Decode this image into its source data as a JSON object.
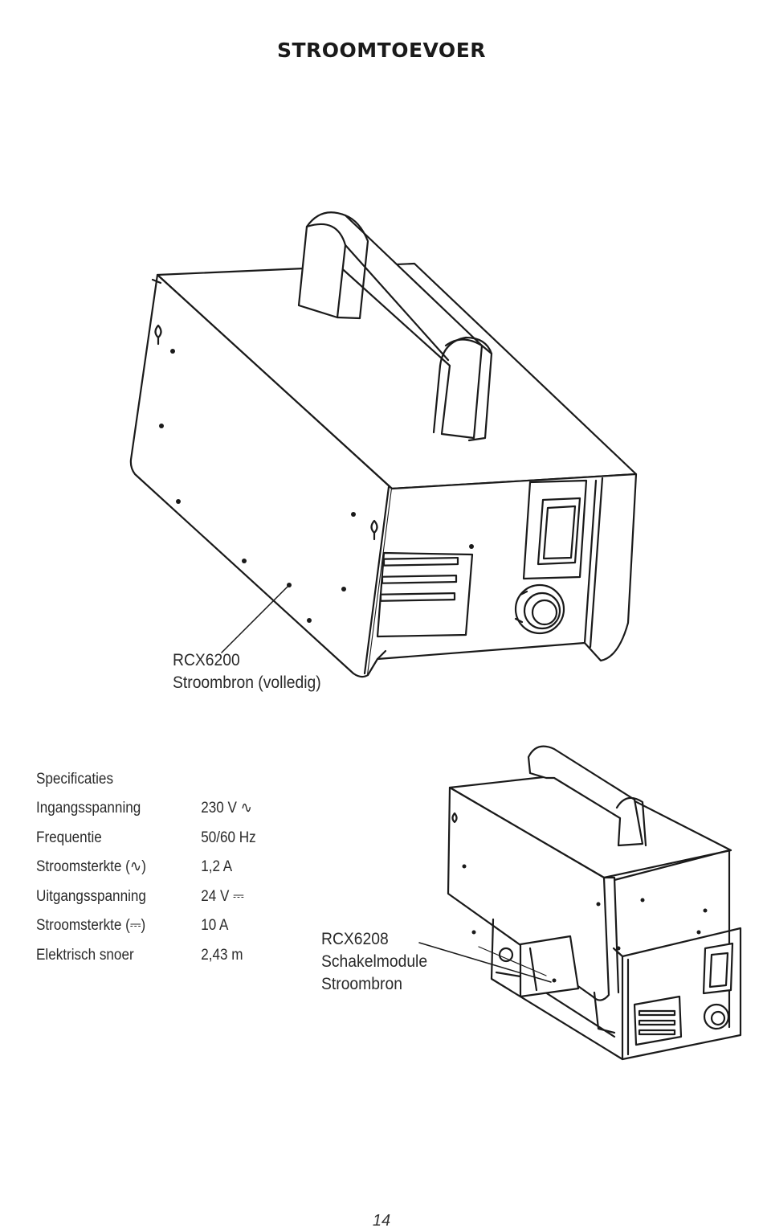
{
  "page": {
    "title": "STROOMTOEVOER",
    "page_number": "14"
  },
  "callout_main": {
    "model": "RCX6200",
    "description": "Stroombron (volledig)"
  },
  "callout_module": {
    "model": "RCX6208",
    "line1": "Schakelmodule",
    "line2": "Stroombron"
  },
  "specs": {
    "heading": "Specificaties",
    "rows": [
      {
        "label": "Ingangsspanning",
        "value": "230 V ∿"
      },
      {
        "label": "Frequentie",
        "value": "50/60 Hz"
      },
      {
        "label": "Stroomsterkte (∿)",
        "value": "1,2 A"
      },
      {
        "label": "Uitgangsspanning",
        "value": "24 V ⎓"
      },
      {
        "label": "Stroomsterkte (⎓)",
        "value": "10 A"
      },
      {
        "label": "Elektrisch snoer",
        "value": "2,43 m"
      }
    ]
  },
  "icons": {
    "ac": "ac-sine-symbol",
    "dc": "dc-symbol"
  },
  "colors": {
    "line": "#1a1a1a",
    "text": "#2a2a2a"
  }
}
